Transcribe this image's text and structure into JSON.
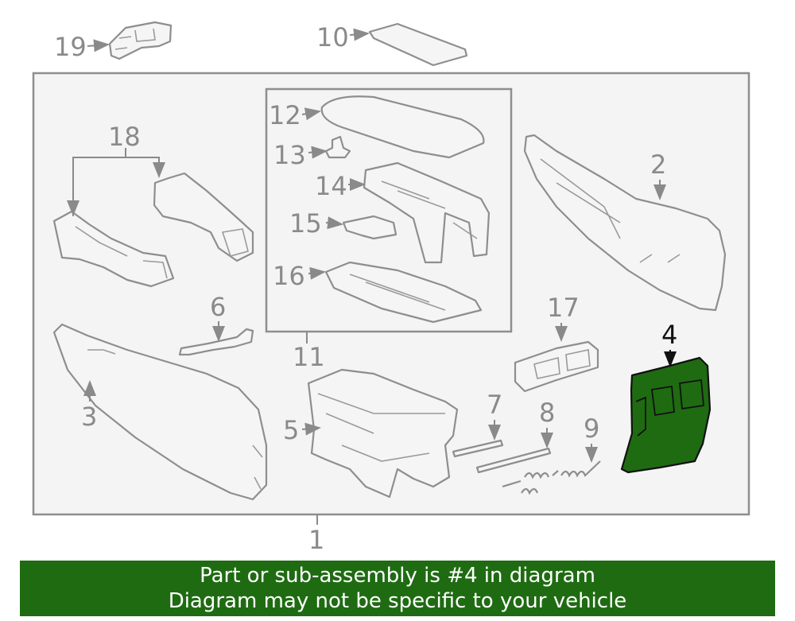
{
  "callouts": {
    "p1": "1",
    "p2": "2",
    "p3": "3",
    "p4": "4",
    "p5": "5",
    "p6": "6",
    "p7": "7",
    "p8": "8",
    "p9": "9",
    "p10": "10",
    "p11": "11",
    "p12": "12",
    "p13": "13",
    "p14": "14",
    "p15": "15",
    "p16": "16",
    "p17": "17",
    "p18": "18",
    "p19": "19"
  },
  "highlight": {
    "part_number": "4",
    "color": "#1f6b12"
  },
  "banner": {
    "line1": "Part or sub-assembly is #4 in diagram",
    "line2": "Diagram may not be specific to your vehicle",
    "color": "#1f6b12"
  }
}
